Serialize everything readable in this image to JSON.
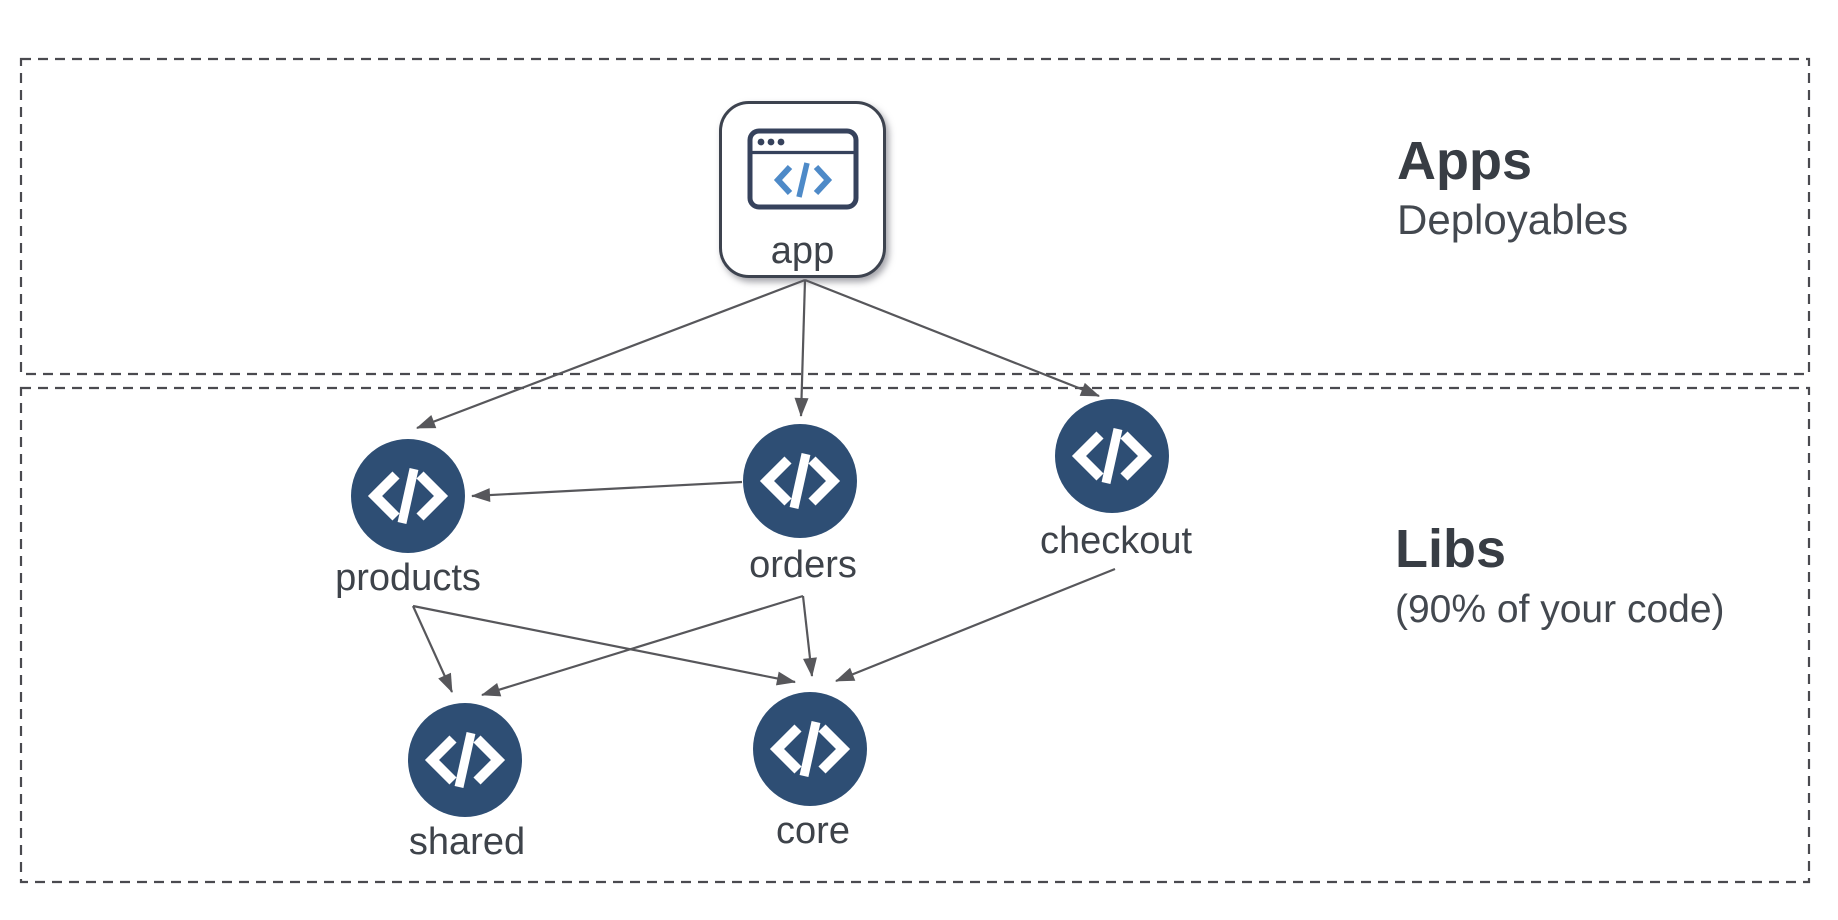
{
  "diagram": {
    "regions": [
      {
        "id": "apps",
        "title": "Apps",
        "subtitle": "Deployables"
      },
      {
        "id": "libs",
        "title": "Libs",
        "subtitle": "(90% of your code)"
      }
    ],
    "nodes": {
      "app": {
        "label": "app",
        "kind": "application",
        "icon": "browser-code-icon"
      },
      "products": {
        "label": "products",
        "kind": "library",
        "icon": "code-icon"
      },
      "orders": {
        "label": "orders",
        "kind": "library",
        "icon": "code-icon"
      },
      "checkout": {
        "label": "checkout",
        "kind": "library",
        "icon": "code-icon"
      },
      "shared": {
        "label": "shared",
        "kind": "library",
        "icon": "code-icon"
      },
      "core": {
        "label": "core",
        "kind": "library",
        "icon": "code-icon"
      }
    },
    "edges": [
      {
        "from": "app",
        "to": "products"
      },
      {
        "from": "app",
        "to": "orders"
      },
      {
        "from": "app",
        "to": "checkout"
      },
      {
        "from": "orders",
        "to": "products"
      },
      {
        "from": "products",
        "to": "shared"
      },
      {
        "from": "products",
        "to": "core"
      },
      {
        "from": "orders",
        "to": "shared"
      },
      {
        "from": "orders",
        "to": "core"
      },
      {
        "from": "checkout",
        "to": "core"
      }
    ],
    "colors": {
      "background": "#ffffff",
      "lib_node_fill": "#2e4e74",
      "node_glyph": "#ffffff",
      "arrow": "#57575b",
      "region_border": "#4a4a4f",
      "text": "#3e434a",
      "app_border": "#3d434f",
      "browser_icon_stroke": "#36425c",
      "code_accent_blue": "#4e8ac8"
    }
  }
}
